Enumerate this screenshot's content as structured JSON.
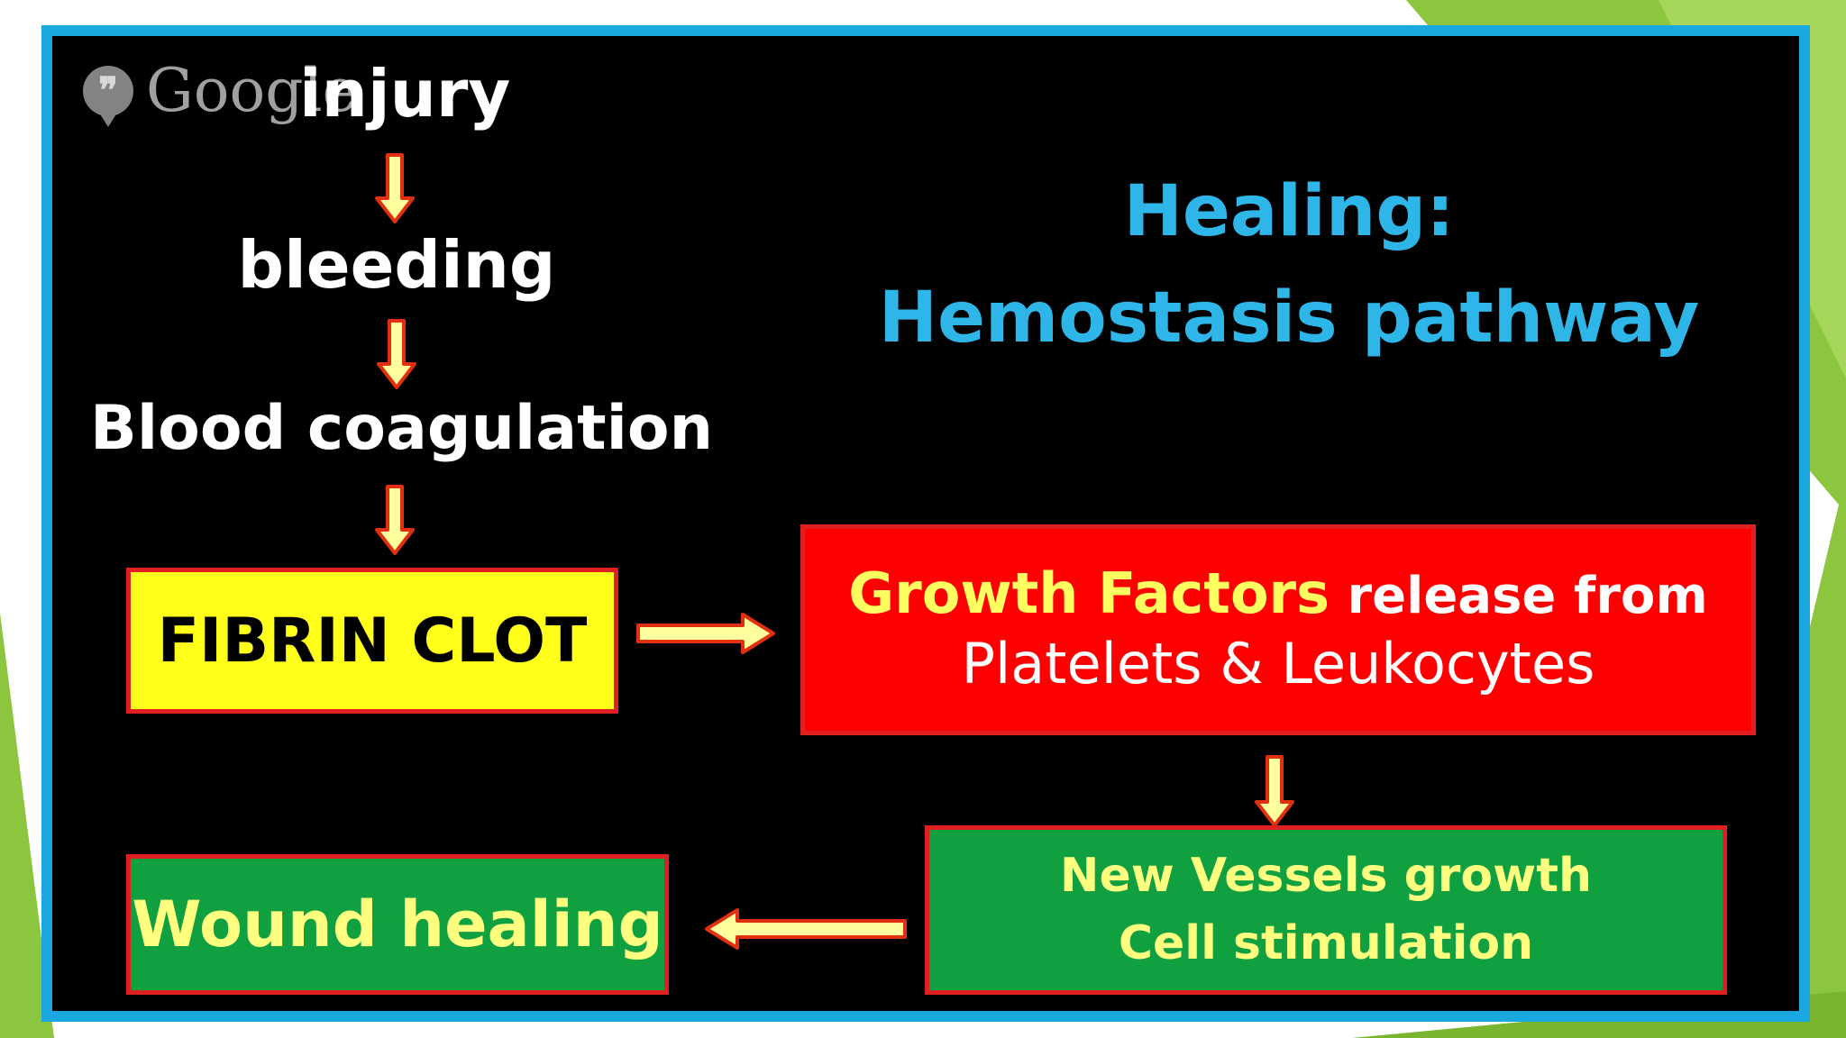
{
  "colors": {
    "frame": "#1aa8e0",
    "background": "#000000",
    "title": "#2eb6e8",
    "fibrin_box": "#ffff1a",
    "growth_box": "#ff0000",
    "green_box": "#10a040",
    "box_border": "#e02020",
    "arrow_fill": "#ffffa0",
    "arrow_stroke": "#e03010",
    "decor_green": "#8cc63f"
  },
  "watermark": {
    "text": "Google",
    "icon": "hangouts-quote-icon"
  },
  "title": {
    "line1": "Healing:",
    "line2": "Hemostasis pathway"
  },
  "steps": {
    "injury": "injury",
    "bleeding": "bleeding",
    "coagulation": "Blood coagulation"
  },
  "boxes": {
    "fibrin_clot": "FIBRIN CLOT",
    "growth_factors": {
      "highlight": "Growth Factors",
      "rest": " release from",
      "line2": "Platelets & Leukocytes"
    },
    "new_vessels": {
      "line1": "New Vessels growth",
      "line2": "Cell stimulation"
    },
    "wound_healing": "Wound healing"
  }
}
